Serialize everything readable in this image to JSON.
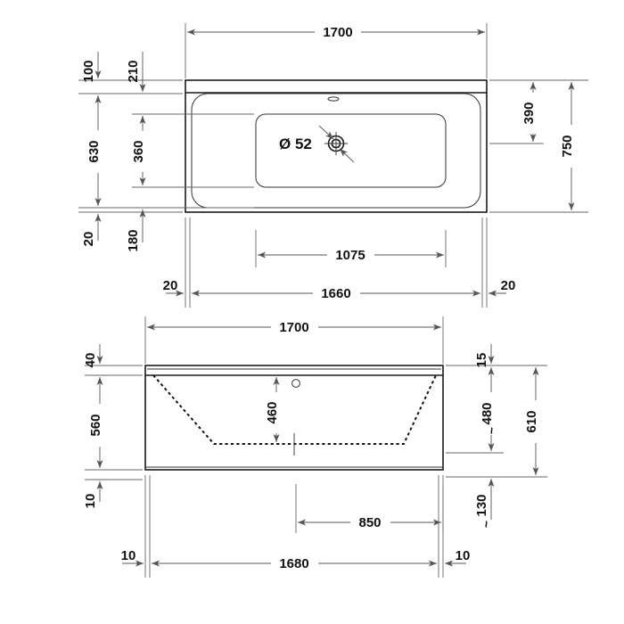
{
  "drawing": {
    "type": "technical-dimension-drawing",
    "subject": "rectangular bathtub",
    "units": "mm",
    "views": [
      {
        "id": "top-view",
        "label": "top view"
      },
      {
        "id": "front-view",
        "label": "front / side elevation view"
      }
    ],
    "callouts": [
      {
        "id": "drain-diameter",
        "symbol": "Ø",
        "value": "52",
        "text": "Ø 52"
      }
    ]
  },
  "top_view": {
    "dimensions": {
      "overall_length": "1700",
      "overall_width": "750",
      "inner_length": "1660",
      "left_wall_thickness": "20",
      "right_wall_thickness": "20",
      "drain_from_left": "1075",
      "rim_top_offset": "100",
      "inner_top_offset": "210",
      "inner_width": "630",
      "basin_width": "360",
      "rim_bottom_offset": "20",
      "inner_bottom_offset": "180",
      "drain_from_top": "390",
      "right_total": "750"
    },
    "labels": {
      "d_1700": "1700",
      "d_100": "100",
      "d_210": "210",
      "d_630": "630",
      "d_360": "360",
      "d_20_left_vert": "20",
      "d_180": "180",
      "d_1075": "1075",
      "d_20_left_horiz": "20",
      "d_1660": "1660",
      "d_20_right_horiz": "20",
      "d_390": "390",
      "d_750": "750",
      "drain_callout": "Ø 52"
    }
  },
  "front_view": {
    "dimensions": {
      "overall_length": "1700",
      "rim_height": "40",
      "body_height": "560",
      "foot_clearance": "10",
      "overflow_to_drain": "460",
      "rim_edge": "15",
      "water_depth_approx": "480",
      "total_height": "610",
      "underside_approx": "130",
      "drain_from_left": "850",
      "base_length": "1680",
      "left_offset": "10",
      "right_offset": "10"
    },
    "labels": {
      "d_1700": "1700",
      "d_40": "40",
      "d_560": "560",
      "d_10_left_vert": "10",
      "d_460": "460",
      "d_15": "15",
      "d_480": "480",
      "d_480_tilde": "~",
      "d_610": "610",
      "d_130": "130",
      "d_130_tilde": "~",
      "d_850": "850",
      "d_10_left_horiz": "10",
      "d_1680": "1680",
      "d_10_right_horiz": "10"
    }
  },
  "colors": {
    "background": "#ffffff",
    "object_line": "#1a1a1a",
    "dimension_line": "#555555",
    "text": "#111111"
  }
}
